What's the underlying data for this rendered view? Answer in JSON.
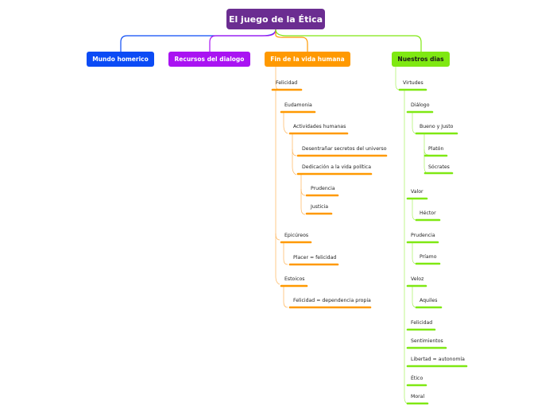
{
  "title": "El juego de la Ética",
  "colors": {
    "root": "#6b2d91",
    "blue": "#0b4bf5",
    "purple": "#a913f2",
    "orange": "#ff9900",
    "green": "#7fe812"
  },
  "branches": {
    "mundo_homerico": "Mundo homerico",
    "recursos_dialogo": "Recursos del dialogo",
    "fin_vida_humana": "Fin de la vida humana",
    "nuestros_dias": "Nuestros dias"
  },
  "fin": {
    "felicidad": "Felicidad",
    "eudamonia": "Eudamonia",
    "actividades": "Actividades humanas",
    "desentranar": "Desentrañar secretos del universo",
    "dedicacion": "Dedicación a la vida política",
    "prudencia": "Prudencia",
    "justicia": "Justicia",
    "epicureos": "Epicúreos",
    "placer": "Placer = felicidad",
    "estoicos": "Estoicos",
    "dependencia": "Felicidad = dependencia propia"
  },
  "nuestros": {
    "virtudes": "Virtudes",
    "dialogo": "Diálogo",
    "bueno_justo": "Bueno y Justo",
    "platon": "Platón",
    "socrates": "Sócrates",
    "valor": "Valor",
    "hector": "Héctor",
    "prudencia": "Prudencia",
    "priamo": "Príamo",
    "veloz": "Veloz",
    "aquiles": "Aquiles",
    "felicidad": "Felicidad",
    "sentimientos": "Sentimientos",
    "libertad": "Libertad = autonomía",
    "etico": "Ético",
    "moral": "Moral"
  }
}
